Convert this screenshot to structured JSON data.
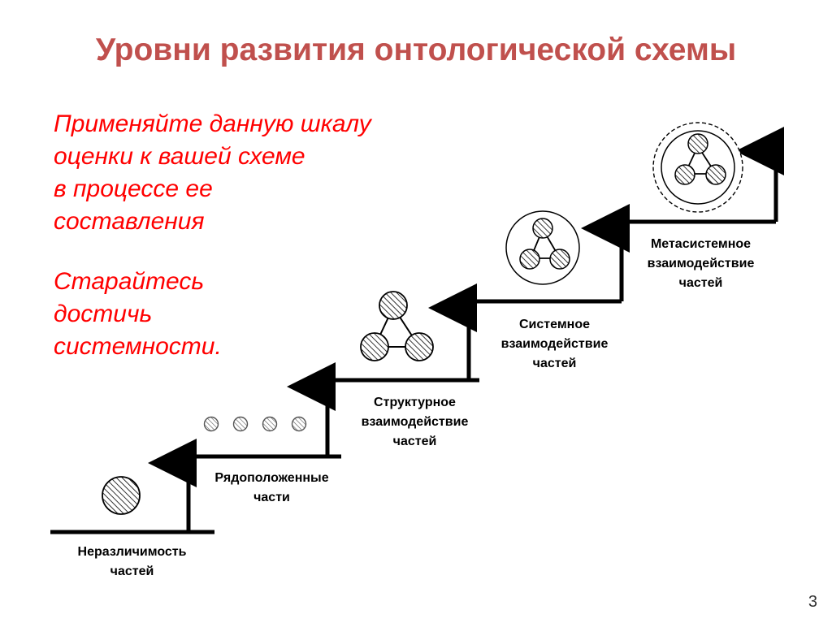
{
  "slide": {
    "title": "Уровни развития онтологической схемы",
    "note": {
      "line1": "Применяйте данную шкалу",
      "line2": "оценки к вашей схеме",
      "line3": "в процессе ее",
      "line4": "составления",
      "line5": "Старайтесь",
      "line6": "достичь",
      "line7": "системности."
    },
    "page_number": "3"
  },
  "levels": [
    {
      "line1": "Неразличимость",
      "line2": "частей"
    },
    {
      "line1": "Рядоположенные",
      "line2": "части"
    },
    {
      "line1": "Структурное",
      "line2": "взаимодействие",
      "line3": "частей"
    },
    {
      "line1": "Системное",
      "line2": "взаимодействие",
      "line3": "частей"
    },
    {
      "line1": "Метасистемное",
      "line2": "взаимодействие",
      "line3": "частей"
    }
  ],
  "colors": {
    "title": "#c0504d",
    "note": "#ff0000",
    "lines": "#000000"
  }
}
